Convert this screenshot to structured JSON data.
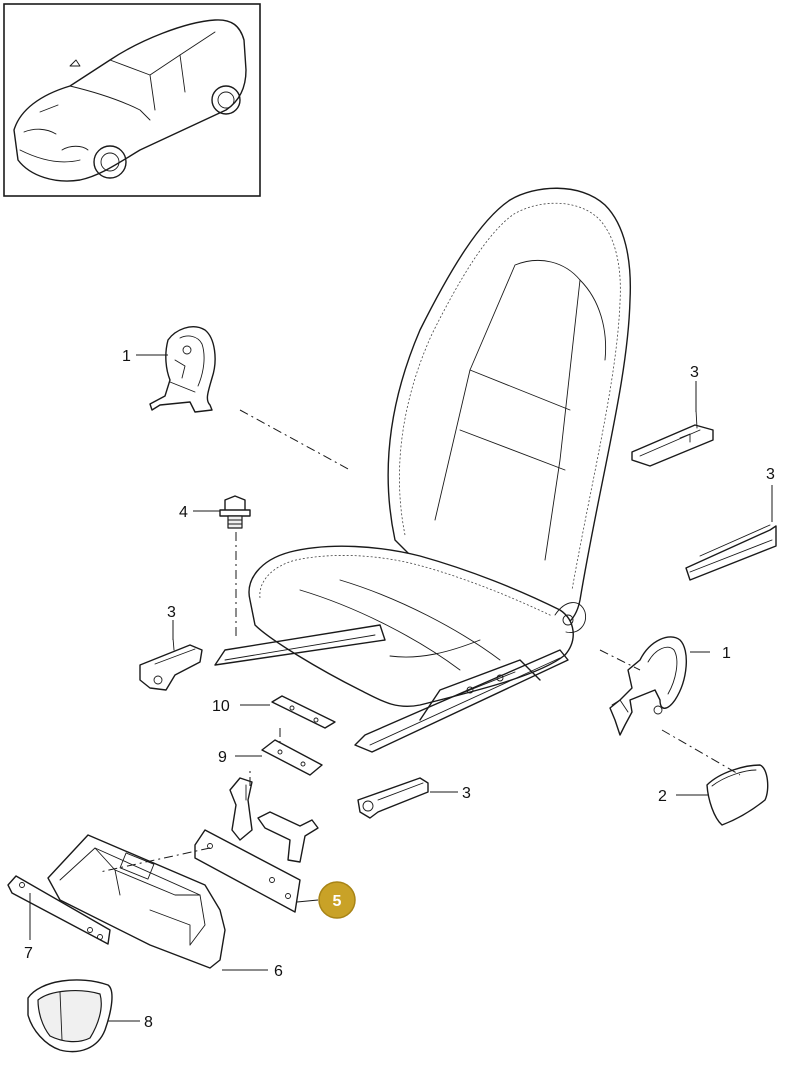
{
  "labels": {
    "l1a": "1",
    "l1b": "1",
    "l2": "2",
    "l3a": "3",
    "l3b": "3",
    "l3c": "3",
    "l3d": "3",
    "l4": "4",
    "l5": "5",
    "l6": "6",
    "l7": "7",
    "l8": "8",
    "l9": "9",
    "l10": "10"
  },
  "colors": {
    "highlight_badge": "#c9a227",
    "highlight_badge_border": "#a88416",
    "line": "#1a1a1a"
  }
}
